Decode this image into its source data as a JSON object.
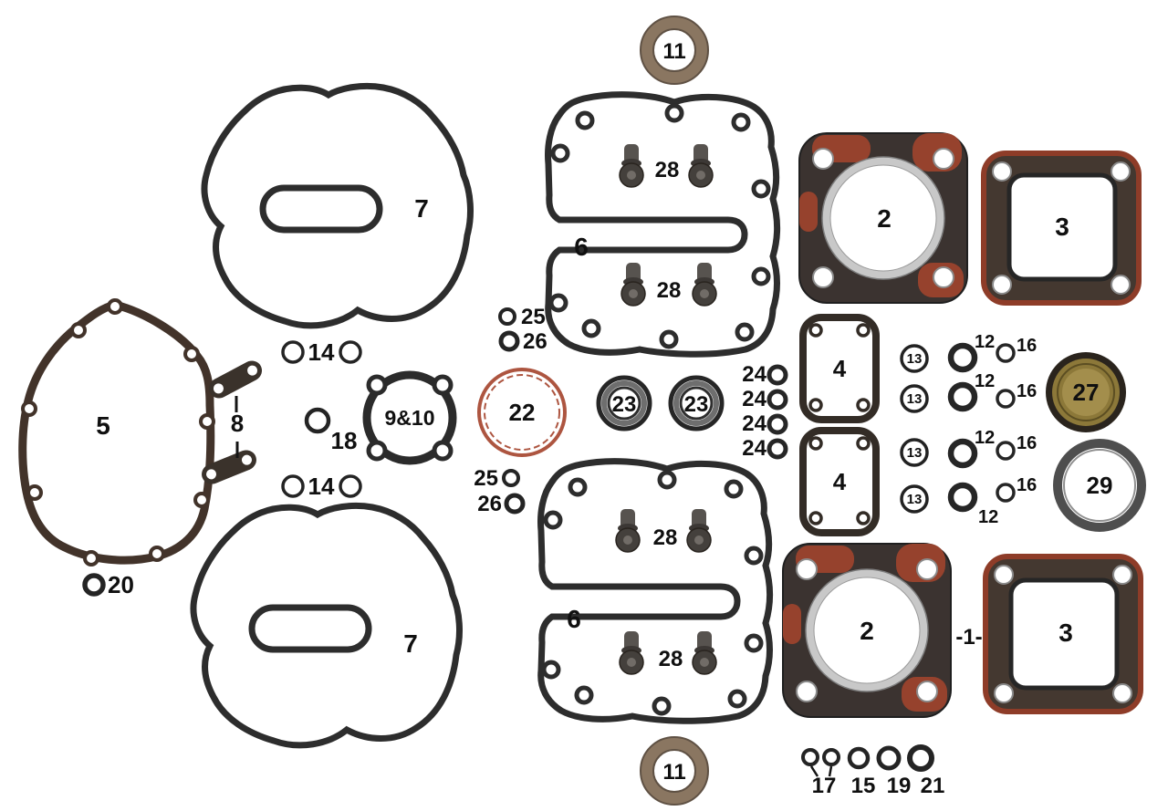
{
  "labels": {
    "p1": "-1-",
    "p2a": "2",
    "p2b": "2",
    "p3a": "3",
    "p3b": "3",
    "p4a": "4",
    "p4b": "4",
    "p5": "5",
    "p6a": "6",
    "p6b": "6",
    "p7a": "7",
    "p7b": "7",
    "p8": "8",
    "p910": "9&10",
    "p11a": "11",
    "p11b": "11",
    "p12_1": "12",
    "p12_2": "12",
    "p12_3": "12",
    "p12_4": "12",
    "p13_1": "13",
    "p13_2": "13",
    "p13_3": "13",
    "p13_4": "13",
    "p14a": "14",
    "p14b": "14",
    "p15": "15",
    "p16_1": "16",
    "p16_2": "16",
    "p16_3": "16",
    "p16_4": "16",
    "p17": "17",
    "p18": "18",
    "p19": "19",
    "p20": "20",
    "p21": "21",
    "p22": "22",
    "p23a": "23",
    "p23b": "23",
    "p24_1": "24",
    "p24_2": "24",
    "p24_3": "24",
    "p24_4": "24",
    "p25a": "25",
    "p25b": "25",
    "p26a": "26",
    "p26b": "26",
    "p27": "27",
    "p28_1": "28",
    "p28_2": "28",
    "p28_3": "28",
    "p28_4": "28",
    "p29": "29"
  },
  "colors": {
    "outline_dark": "#2d2d2d",
    "gasket_brown": "#42332a",
    "copper_red": "#96422d",
    "border_red": "#8e3c28",
    "oring_red": "#ad5540",
    "seal_gold": "#8c7839",
    "bushing_metal": "#8a7661",
    "ring_gray": "#4e4e4e",
    "silver": "#c8c8c8"
  }
}
